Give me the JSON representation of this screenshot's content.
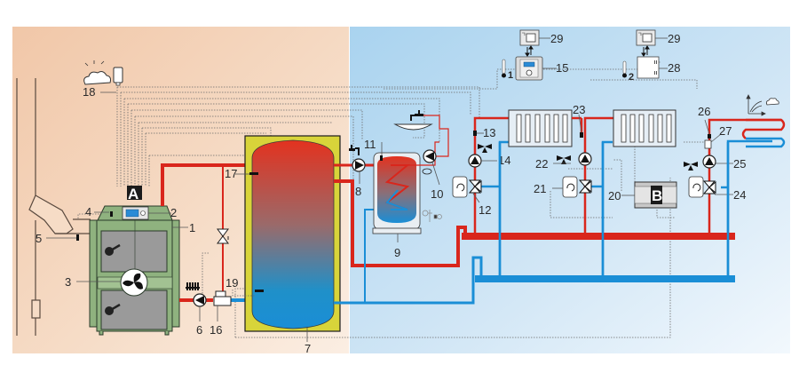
{
  "diagram": {
    "title": "Heating system schematic: solid-fuel boiler with buffer tank, DHW cylinder and heating circuits",
    "zones": [
      {
        "name": "boiler-room",
        "color": "#f5d7c0"
      },
      {
        "name": "heating-installation",
        "color": "#b8dcf2"
      }
    ],
    "colors": {
      "hot_pipe": "#d9261c",
      "cold_pipe": "#1a8ed6",
      "boiler_body": "#8fb27f",
      "buffer_jacket": "#d8d43a",
      "control_wire": "#6b6b6b"
    },
    "module_labels": {
      "A": "A",
      "B": "B"
    },
    "sensor_labels": {
      "room_sensor_1": "1",
      "room_sensor_2": "2"
    },
    "callouts": [
      {
        "id": "1",
        "text": "1",
        "component": "boiler"
      },
      {
        "id": "2",
        "text": "2",
        "component": "boiler controller"
      },
      {
        "id": "3",
        "text": "3",
        "component": "flue gas fan"
      },
      {
        "id": "4",
        "text": "4",
        "component": "boiler temperature sensor"
      },
      {
        "id": "5",
        "text": "5",
        "component": "flue gas sensor"
      },
      {
        "id": "6",
        "text": "6",
        "component": "boiler pump"
      },
      {
        "id": "7",
        "text": "7",
        "component": "buffer tank"
      },
      {
        "id": "8",
        "text": "8",
        "component": "DHW charging pump"
      },
      {
        "id": "9",
        "text": "9",
        "component": "DHW cylinder"
      },
      {
        "id": "10",
        "text": "10",
        "component": "circulation pump"
      },
      {
        "id": "11",
        "text": "11",
        "component": "DHW sensor"
      },
      {
        "id": "12",
        "text": "12",
        "component": "mixing valve actuator circuit 1"
      },
      {
        "id": "13",
        "text": "13",
        "component": "flow sensor circuit 1"
      },
      {
        "id": "14",
        "text": "14",
        "component": "pump circuit 1"
      },
      {
        "id": "15",
        "text": "15",
        "component": "room controller 1"
      },
      {
        "id": "16",
        "text": "16",
        "component": "return temperature valve"
      },
      {
        "id": "17",
        "text": "17",
        "component": "buffer top sensor"
      },
      {
        "id": "18",
        "text": "18",
        "component": "outdoor sensor"
      },
      {
        "id": "19",
        "text": "19",
        "component": "buffer bottom sensor"
      },
      {
        "id": "20",
        "text": "20",
        "component": "extension module B"
      },
      {
        "id": "21",
        "text": "21",
        "component": "mixing valve actuator circuit 2"
      },
      {
        "id": "22",
        "text": "22",
        "component": "pump circuit 2"
      },
      {
        "id": "23",
        "text": "23",
        "component": "flow sensor circuit 2"
      },
      {
        "id": "24",
        "text": "24",
        "component": "mixing valve circuit 3"
      },
      {
        "id": "25",
        "text": "25",
        "component": "pump circuit 3"
      },
      {
        "id": "26",
        "text": "26",
        "component": "flow sensor circuit 3"
      },
      {
        "id": "27",
        "text": "27",
        "component": "safety thermostat"
      },
      {
        "id": "28",
        "text": "28",
        "component": "room controller 2"
      },
      {
        "id": "29a",
        "text": "29",
        "component": "internet module 1"
      },
      {
        "id": "29b",
        "text": "29",
        "component": "internet module 2"
      }
    ]
  }
}
